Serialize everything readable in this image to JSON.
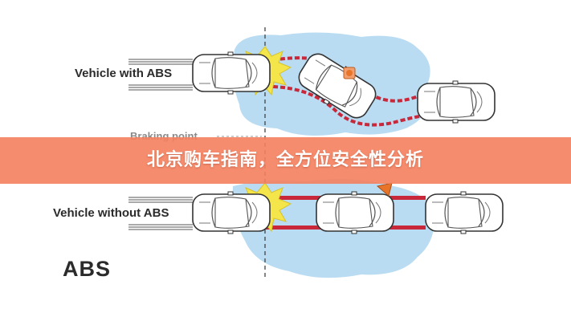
{
  "labels": {
    "with_abs": "Vehicle with ABS",
    "without_abs": "Vehicle without ABS",
    "braking_point": "Braking point",
    "abs": "ABS"
  },
  "banner": {
    "title": "北京购车指南，全方位安全性分析"
  },
  "colors": {
    "water": "#b9dcf2",
    "skid": "#c9283a",
    "impact": "#f4e64a",
    "banner": "#f5805e",
    "cone": "#e8742a"
  },
  "icons": {
    "impact": "impact-burst-icon",
    "obstacle": "traffic-cone-icon"
  }
}
